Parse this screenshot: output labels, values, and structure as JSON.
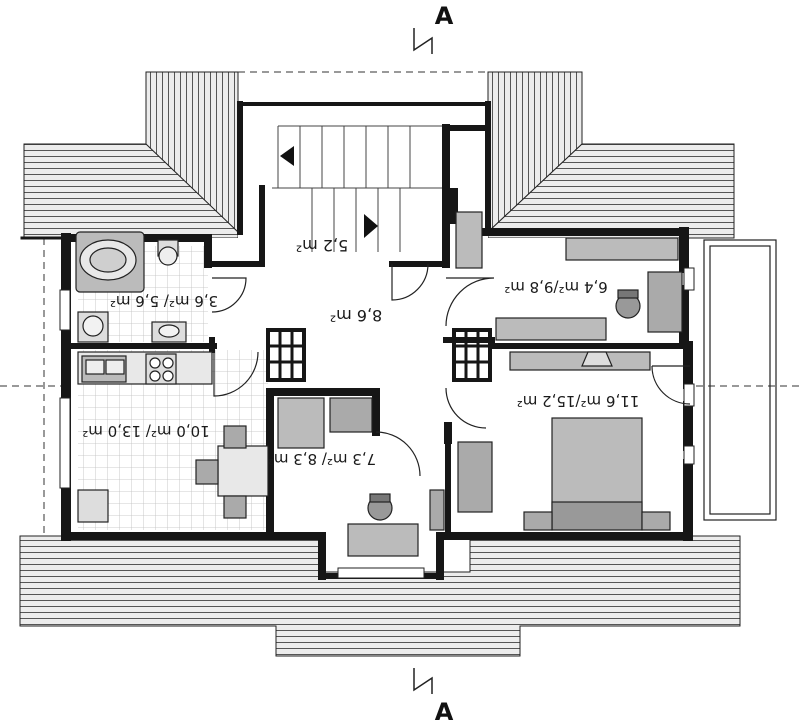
{
  "section_marker": {
    "top": "A",
    "bottom": "A"
  },
  "rooms": [
    {
      "id": "stairs",
      "text": "5,2 m²"
    },
    {
      "id": "bathroom",
      "text": "3,6 m²/ 5,6 m²"
    },
    {
      "id": "hall",
      "text": "8,6 m²"
    },
    {
      "id": "bedroom-ne",
      "text": "6,4 m²/9,8 m²"
    },
    {
      "id": "kitchen",
      "text": "10,0 m²/ 13,0 m²"
    },
    {
      "id": "study",
      "text": "7,3 m²/ 8,3 m²"
    },
    {
      "id": "bedroom-se",
      "text": "11,6 m²/15,2 m²"
    }
  ],
  "colors": {
    "wall": "#161616",
    "roof": "#ececec",
    "floor": "#ffffff",
    "hatch": "#555555",
    "tile": "#bdbdbd"
  }
}
